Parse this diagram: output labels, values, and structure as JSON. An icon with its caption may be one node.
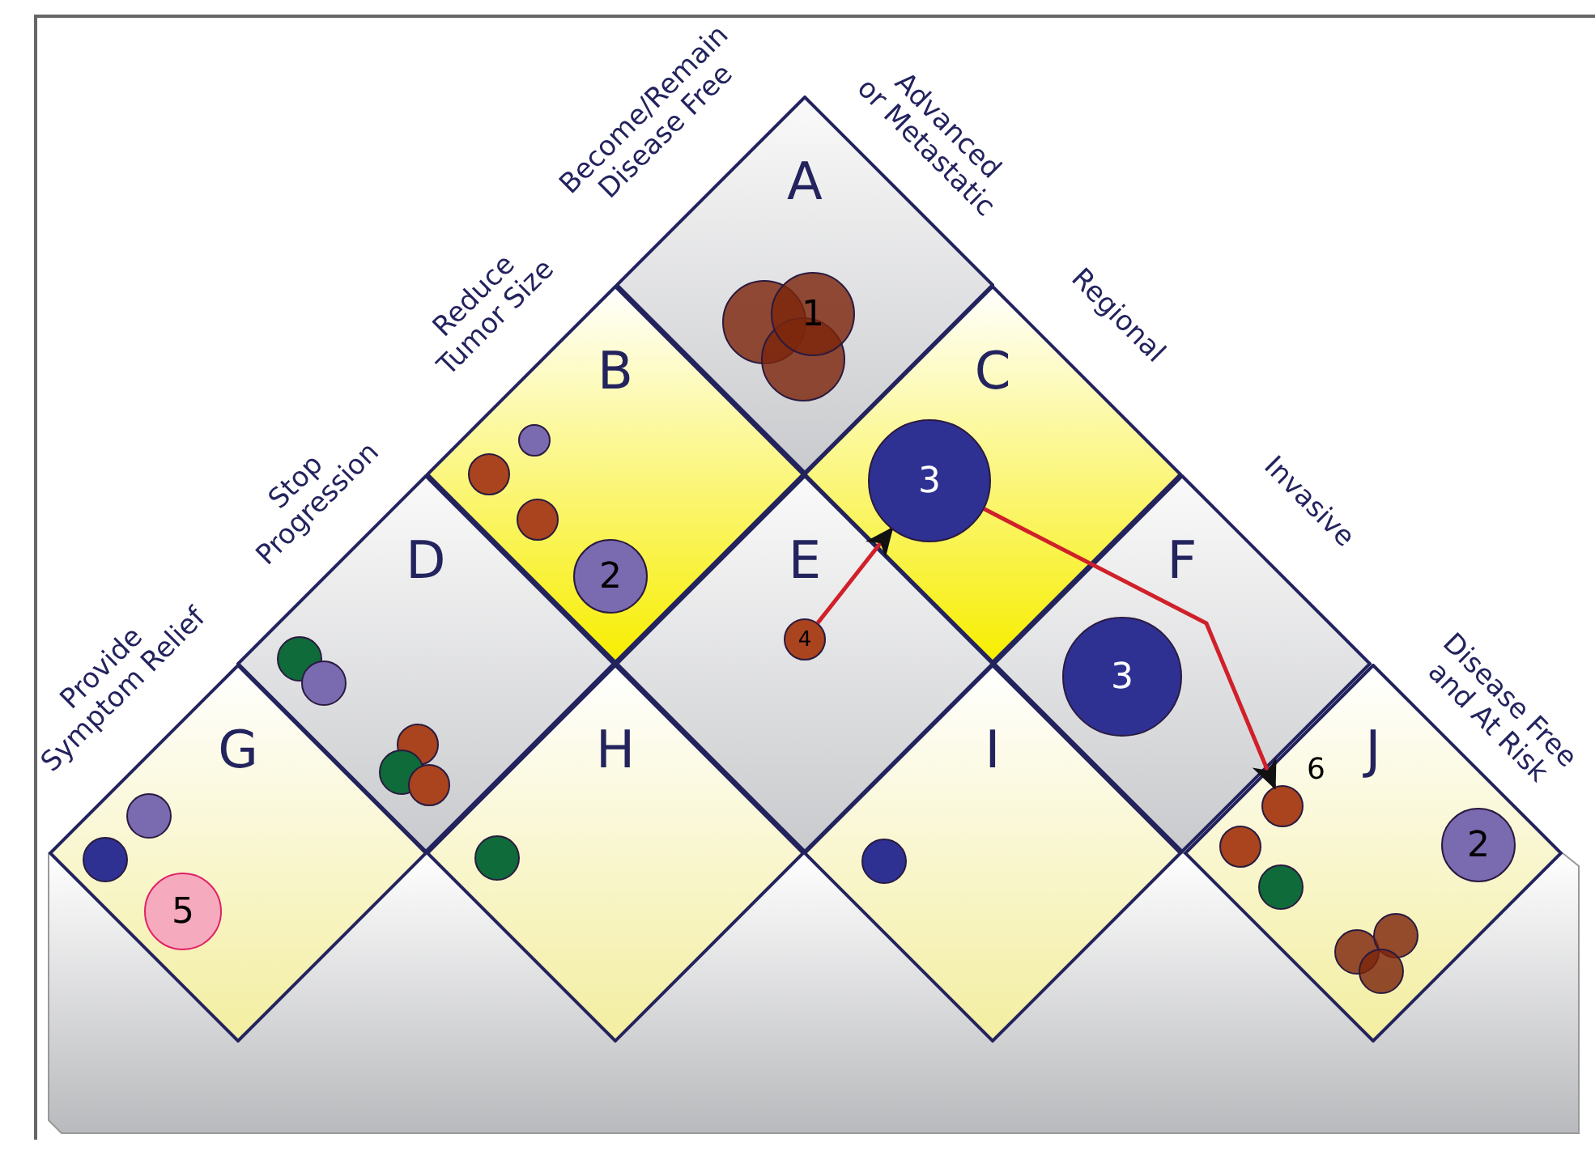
{
  "diagram": {
    "nodes": [
      {
        "text": [
          "A"
        ]
      },
      {
        "text": [
          "B"
        ]
      },
      {
        "text": [
          "C"
        ]
      },
      {
        "text": [
          "D"
        ]
      },
      {
        "text": [
          "E"
        ]
      },
      {
        "text": [
          "F"
        ]
      },
      {
        "text": [
          "G"
        ]
      },
      {
        "text": [
          "H"
        ]
      },
      {
        "text": [
          "I"
        ]
      },
      {
        "text": [
          "J"
        ]
      },
      {
        "text": [],
        "shape": "circle",
        "in": 0
      },
      {
        "text": [
          "1"
        ],
        "in": 0
      },
      {
        "text": [],
        "shape": "circle",
        "in": 0
      },
      {
        "text": [],
        "shape": "circle",
        "in": 1
      },
      {
        "text": [],
        "shape": "circle",
        "in": 1
      },
      {
        "text": [],
        "shape": "circle",
        "in": 1
      },
      {
        "text": [
          "2"
        ],
        "in": 1
      },
      {
        "text": [
          "3"
        ],
        "in": 2
      },
      {
        "text": [],
        "shape": "circle",
        "in": 3
      },
      {
        "text": [],
        "shape": "circle",
        "in": 3
      },
      {
        "text": [],
        "shape": "circle",
        "in": 3
      },
      {
        "text": [],
        "shape": "circle",
        "in": 3
      },
      {
        "text": [],
        "shape": "circle",
        "in": 3
      },
      {
        "text": [
          "4"
        ],
        "in": 4
      },
      {
        "text": [
          "3"
        ],
        "in": 5
      },
      {
        "text": [],
        "shape": "circle",
        "in": 6
      },
      {
        "text": [],
        "shape": "circle",
        "in": 6
      },
      {
        "text": [
          "5"
        ],
        "in": 6
      },
      {
        "text": [],
        "shape": "circle",
        "in": 7
      },
      {
        "text": [],
        "shape": "circle",
        "in": 8
      },
      {
        "text": [],
        "shape": "circle",
        "in": 9,
        "beside": [
          "6"
        ]
      },
      {
        "text": [],
        "shape": "circle",
        "in": 9
      },
      {
        "text": [],
        "shape": "circle",
        "in": 9
      },
      {
        "text": [
          "2"
        ],
        "in": 9
      },
      {
        "text": [],
        "shape": "circle",
        "in": 9
      },
      {
        "text": [],
        "shape": "circle",
        "in": 9
      },
      {
        "text": [],
        "shape": "circle",
        "in": 9
      }
    ],
    "edges": [
      {
        "from": 23,
        "to": 17,
        "arrow": "to"
      },
      {
        "from": 17,
        "to": 30,
        "arrow": "to"
      }
    ],
    "labels": [
      "Become/Remain Disease Free",
      "Advanced or Metastatic",
      "Reduce Tumor Size",
      "Regional",
      "Stop Progression",
      "Invasive",
      "Provide Symptom Relief",
      "Disease Free and At Risk"
    ]
  }
}
